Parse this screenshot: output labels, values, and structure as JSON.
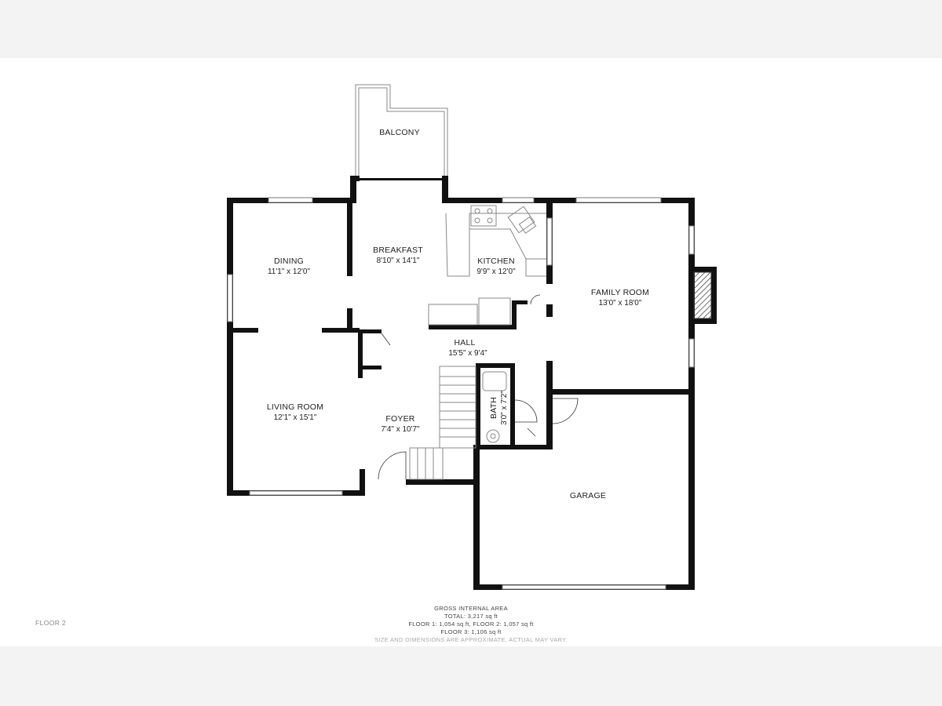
{
  "floor_label": "FLOOR 2",
  "rooms": {
    "balcony": {
      "name": "BALCONY"
    },
    "dining": {
      "name": "DINING",
      "dims": "11'1\" x 12'0\""
    },
    "breakfast": {
      "name": "BREAKFAST",
      "dims": "8'10\" x 14'1\""
    },
    "kitchen": {
      "name": "KITCHEN",
      "dims": "9'9\" x 12'0\""
    },
    "family_room": {
      "name": "FAMILY ROOM",
      "dims": "13'0\" x 18'0\""
    },
    "hall": {
      "name": "HALL",
      "dims": "15'5\" x 9'4\""
    },
    "living_room": {
      "name": "LIVING ROOM",
      "dims": "12'1\" x 15'1\""
    },
    "foyer": {
      "name": "FOYER",
      "dims": "7'4\" x 10'7\""
    },
    "bath": {
      "name": "BATH",
      "dims": "3'0\" x 7'2\""
    },
    "garage": {
      "name": "GARAGE"
    }
  },
  "area": {
    "heading": "GROSS INTERNAL AREA",
    "total": "TOTAL: 3,217 sq ft",
    "floors_1_2": "FLOOR 1: 1,054 sq ft, FLOOR 2: 1,057 sq ft",
    "floor_3": "FLOOR 3: 1,106 sq ft",
    "disclaimer": "SIZE AND DIMENSIONS ARE APPROXIMATE, ACTUAL MAY VARY."
  }
}
